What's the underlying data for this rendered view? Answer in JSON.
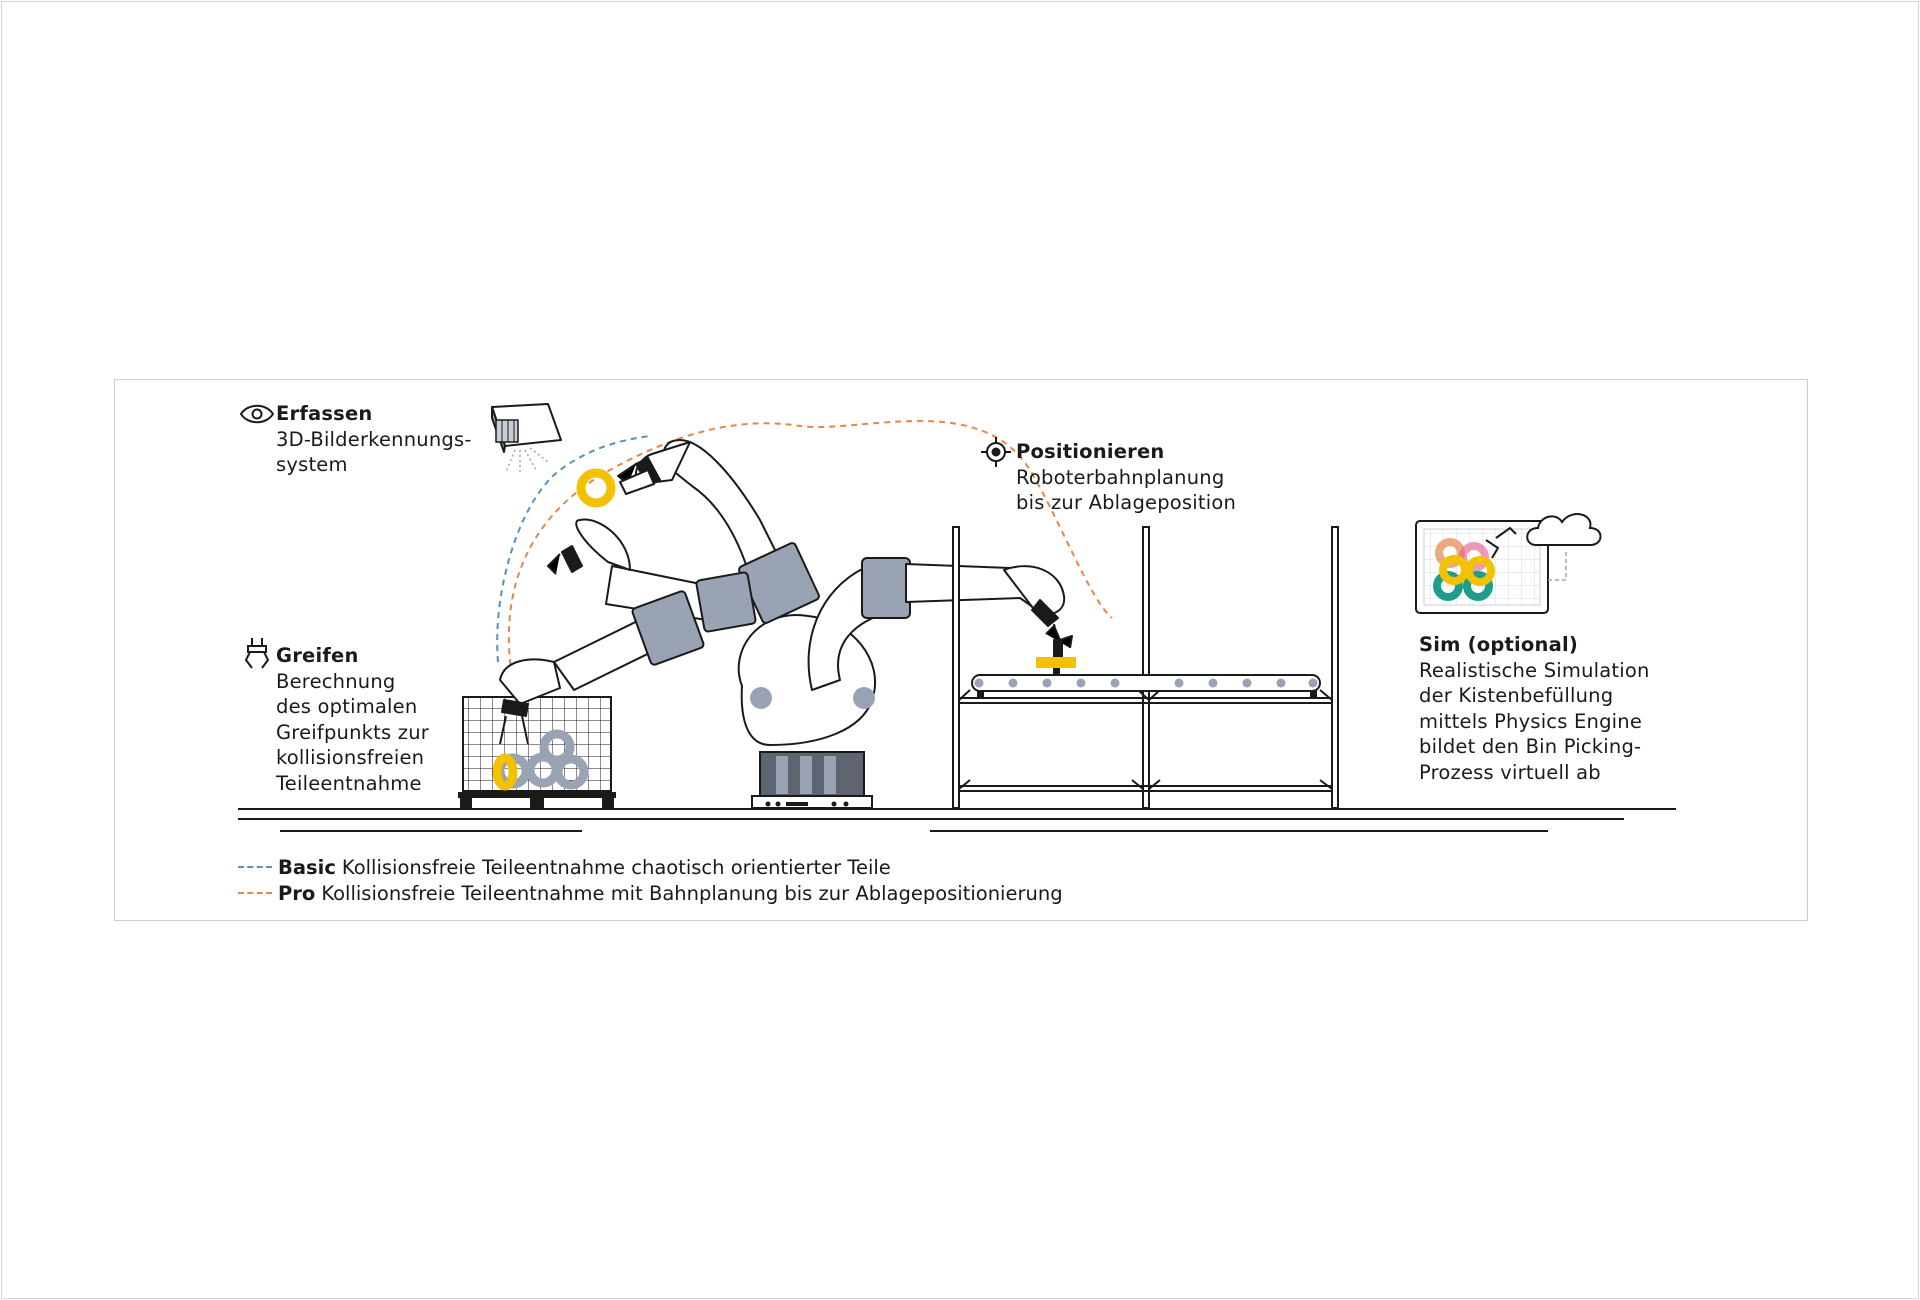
{
  "colors": {
    "basic": "#5b8fbf",
    "pro": "#e5864a",
    "yellow": "#f2c200",
    "grey": "#9aa3b3",
    "green": "#1f9d8b",
    "line": "#1a1a1a"
  },
  "steps": [
    {
      "icon": "eye-icon",
      "title": "Erfassen",
      "lines": [
        "3D-Bilderkennungs-",
        "system"
      ]
    },
    {
      "icon": "gripper-icon",
      "title": "Greifen",
      "lines": [
        "Berechnung",
        "des optimalen",
        "Greifpunkts zur",
        "kollisionsfreien",
        "Teileentnahme"
      ]
    },
    {
      "icon": "target-icon",
      "title": "Positionieren",
      "lines": [
        "Roboterbahnplanung",
        "bis zur Ablageposition"
      ]
    },
    {
      "icon": "cloud-icon",
      "title": "Sim (optional)",
      "lines": [
        "Realistische Simulation",
        "der Kistenbefüllung",
        "mittels Physics Engine",
        "bildet den Bin Picking-",
        "Prozess virtuell ab"
      ]
    }
  ],
  "legend": [
    {
      "key": "Basic",
      "text": "Kollisionsfreie Teileentnahme chaotisch orientierter Teile"
    },
    {
      "key": "Pro",
      "text": "Kollisionsfreie Teileentnahme mit Bahnplanung bis zur Ablagepositionierung"
    }
  ]
}
